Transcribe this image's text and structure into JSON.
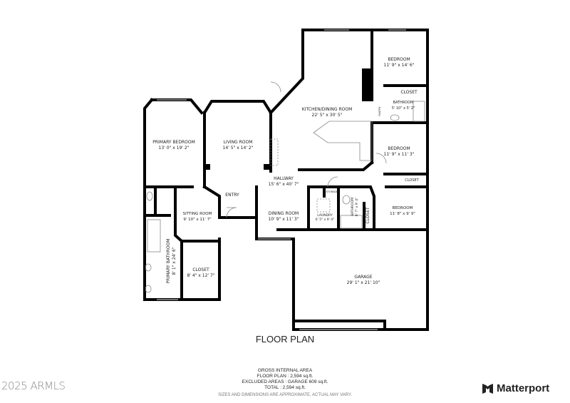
{
  "rooms": [
    {
      "name": "PRIMARY BEDROOM",
      "size": "13' 0\" x 19' 2\""
    },
    {
      "name": "LIVING ROOM",
      "size": "14' 5\" x 14' 2\""
    },
    {
      "name": "KITCHEN/DINING ROOM",
      "size": "22' 5\" x 30' 5\""
    },
    {
      "name": "BEDROOM",
      "size": "11' 9\" x 14' 6\""
    },
    {
      "name": "CLOSET",
      "size": ""
    },
    {
      "name": "BATHROOM",
      "size": "5' 10\" x 5' 2\""
    },
    {
      "name": "BEDROOM",
      "size": "11' 9\" x 11' 3\""
    },
    {
      "name": "CLOSET",
      "size": ""
    },
    {
      "name": "HALLWAY",
      "size": "15' 6\" x 40' 7\""
    },
    {
      "name": "ENTRY",
      "size": ""
    },
    {
      "name": "SITTING ROOM",
      "size": "9' 10\" x 11' 7\""
    },
    {
      "name": "DINING ROOM",
      "size": "10' 9\" x 11' 3\""
    },
    {
      "name": "LAUNDRY",
      "size": "6' 5\" x 9' 4\""
    },
    {
      "name": "STORAGE",
      "size": ""
    },
    {
      "name": "BATHROOM",
      "size": "6' 7\" x 9' 4\""
    },
    {
      "name": "CLOSET",
      "size": ""
    },
    {
      "name": "BEDROOM",
      "size": "11' 8\" x 9' 9\""
    },
    {
      "name": "PRIMARY BATHROOM",
      "size": "8' 1\" x 24' 6\""
    },
    {
      "name": "CLOSET",
      "size": "8' 4\" x 12' 7\""
    },
    {
      "name": "GARAGE",
      "size": "29' 1\" x 21' 10\""
    },
    {
      "name": "PANTRY",
      "size": ""
    }
  ],
  "title": "FLOOR PLAN",
  "area": {
    "heading": "GROSS INTERNAL AREA",
    "floor_plan": "FLOOR PLAN : 2,594 sq.ft.",
    "excluded": "EXCLUDED AREAS :   GARAGE 609 sq.ft.",
    "total": "TOTAL :   2,594 sq.ft.",
    "disclaimer": "SIZES AND DIMENSIONS ARE APPROXIMATE, ACTUAL MAY VARY."
  },
  "copyright": "2025 ARMLS",
  "brand": "Matterport",
  "wall_color": "#000000"
}
